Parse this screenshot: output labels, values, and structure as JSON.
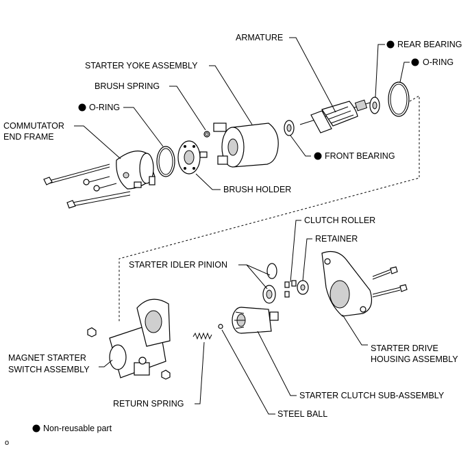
{
  "labels": {
    "armature": "ARMATURE",
    "rear_bearing": "REAR BEARING",
    "o_ring_right": "O-RING",
    "starter_yoke_assembly": "STARTER YOKE ASSEMBLY",
    "brush_spring": "BRUSH SPRING",
    "o_ring_left": "O-RING",
    "commutator_end_frame_1": "COMMUTATOR",
    "commutator_end_frame_2": "END FRAME",
    "front_bearing": "FRONT  BEARING",
    "brush_holder": "BRUSH HOLDER",
    "clutch_roller": "CLUTCH ROLLER",
    "retainer": "RETAINER",
    "starter_idler_pinion": "STARTER IDLER PINION",
    "starter_drive_housing_1": "STARTER DRIVE",
    "starter_drive_housing_2": "HOUSING ASSEMBLY",
    "magnet_starter_switch_1": "MAGNET STARTER",
    "magnet_starter_switch_2": "SWITCH ASSEMBLY",
    "starter_clutch_sub_assembly": "STARTER CLUTCH SUB-ASSEMBLY",
    "return_spring": "RETURN SPRING",
    "steel_ball": "STEEL BALL"
  },
  "legend": {
    "text": "Non-reusable part"
  },
  "corner_mark": "o"
}
